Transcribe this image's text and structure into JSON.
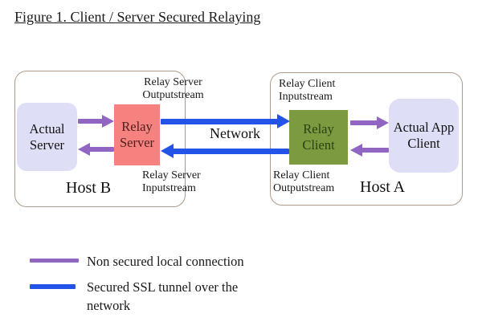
{
  "title": "Figure 1. Client / Server Secured Relaying",
  "colors": {
    "purple_arrow": "#9166c2",
    "blue_arrow": "#2453e8",
    "relay_server_bg": "#f5827e",
    "relay_server_text": "#4d1f1f",
    "relay_client_bg": "#7c9b40",
    "relay_client_text": "#2a4212",
    "lavender_box_bg": "#dedef6",
    "host_border": "#ab9a8a"
  },
  "diagram": {
    "host_b": {
      "label": "Host B",
      "actual_server": "Actual Server",
      "relay_server": "Relay Server"
    },
    "host_a": {
      "label": "Host A",
      "relay_client": "Relay Client",
      "actual_app_client": "Actual App Client"
    },
    "stream_labels": {
      "relay_server_out": "Relay Server Outputstream",
      "relay_server_in": "Relay Server Inputstream",
      "relay_client_in": "Relay Client Inputstream",
      "relay_client_out": "Relay Client Outputstream"
    },
    "network_label": "Network"
  },
  "legend": {
    "items": [
      {
        "swatch_color": "#9166c2",
        "label": "Non secured local connection"
      },
      {
        "swatch_color": "#2453e8",
        "label": "Secured SSL tunnel over the network"
      }
    ]
  }
}
